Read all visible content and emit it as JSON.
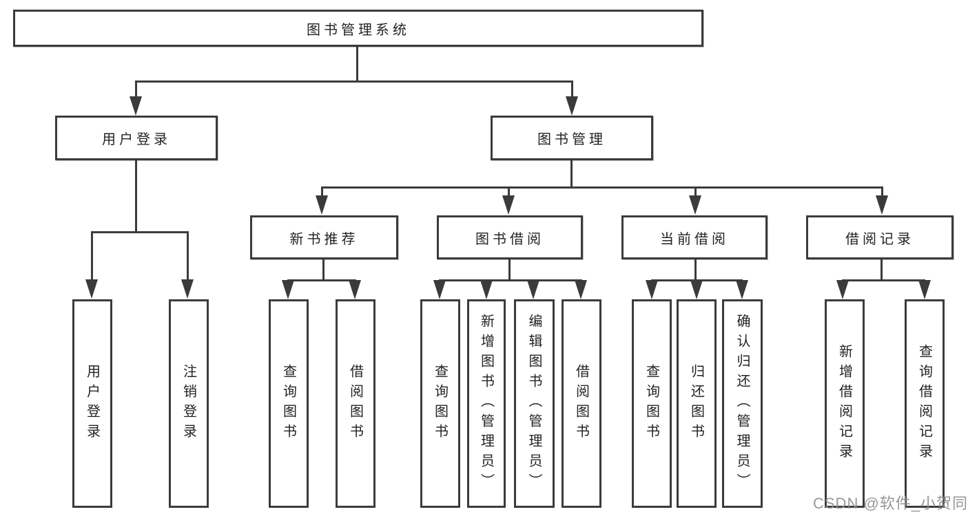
{
  "diagram_type": "tree-structure-chart",
  "colors": {
    "line": "#3b3b3b",
    "box_border": "#3b3b3b",
    "text": "#232323",
    "background": "#ffffff",
    "watermark": "#8e8e8e"
  },
  "nodes": {
    "root": "图书管理系统",
    "l1": [
      "用户登录",
      "图书管理"
    ],
    "l2": [
      "新书推荐",
      "图书借阅",
      "当前借阅",
      "借阅记录"
    ],
    "leaves_user": [
      "用户登录",
      "注销登录"
    ],
    "leaves_newbook": [
      "查询图书",
      "借阅图书"
    ],
    "leaves_borrow": [
      "查询图书",
      "新增图书（管理员）",
      "编辑图书（管理员）",
      "借阅图书"
    ],
    "leaves_current": [
      "查询图书",
      "归还图书",
      "确认归还（管理员）"
    ],
    "leaves_records": [
      "新增借阅记录",
      "查询借阅记录"
    ]
  },
  "watermark": {
    "text": "CSDN @软件_小贺同学"
  }
}
